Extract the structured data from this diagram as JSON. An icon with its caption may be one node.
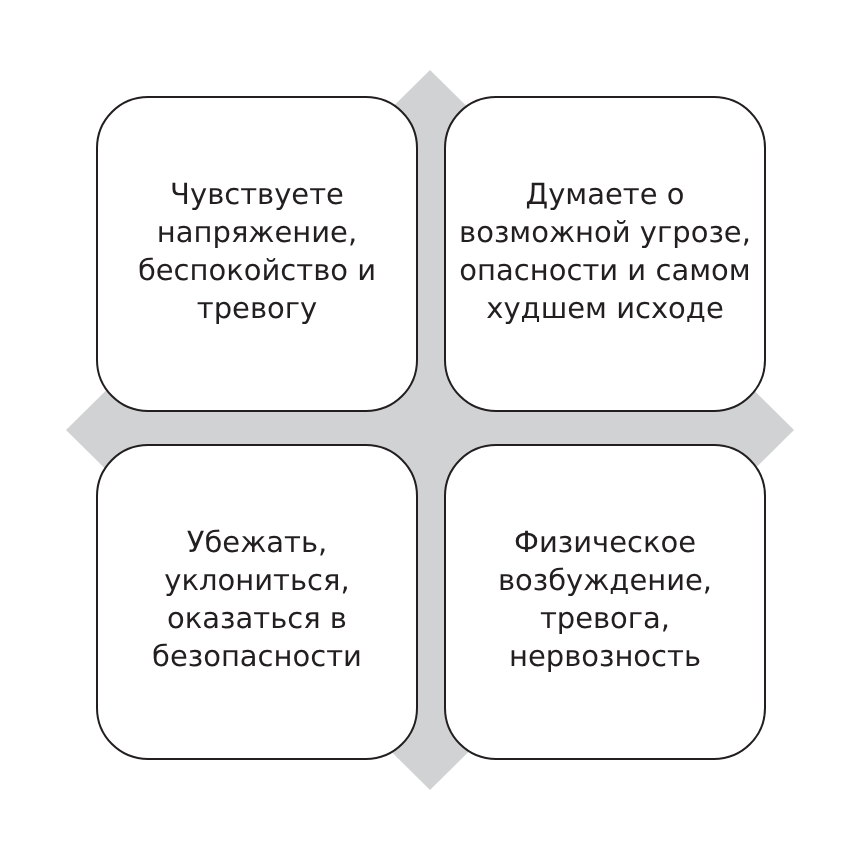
{
  "diagram": {
    "nodes": [
      {
        "text": [
          "Чувствуете напряжение, беспокойство и тревогу"
        ]
      },
      {
        "text": [
          "Думаете о возможной угрозе, опасности и самом худшем исходе"
        ]
      },
      {
        "text": [
          "Убежать, уклониться, оказаться в безопасности"
        ]
      },
      {
        "text": [
          "Физическое возбуждение, тревога, нервозность"
        ]
      }
    ]
  }
}
